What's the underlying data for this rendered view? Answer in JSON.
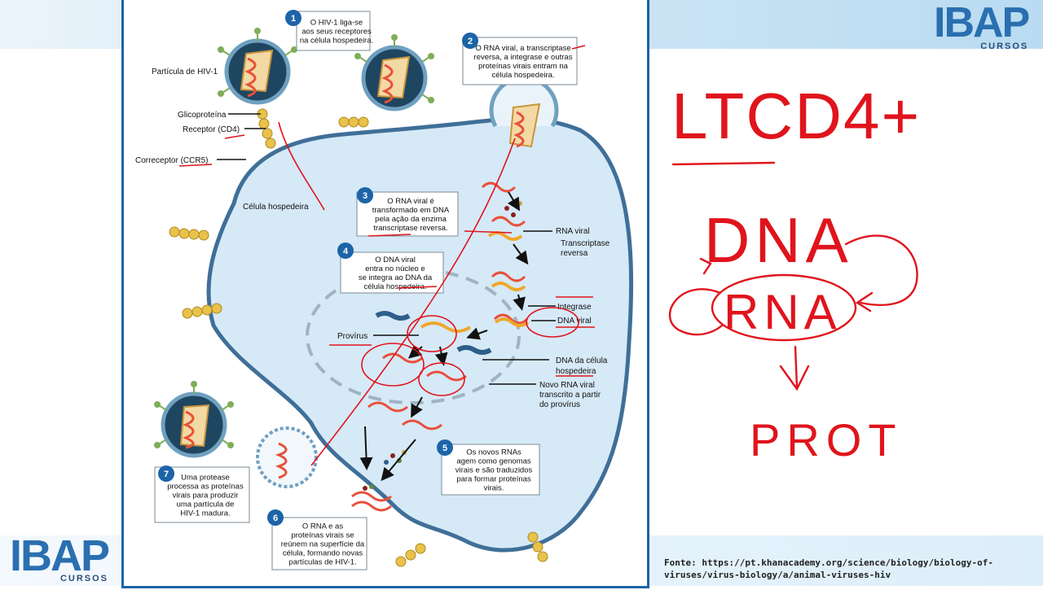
{
  "logos": {
    "mark": "IBAP",
    "sub": "CURSOS"
  },
  "source": {
    "line1": "Fonte: https://pt.khanacademy.org/science/biology/biology-of-",
    "line2": "viruses/virus-biology/a/animal-viruses-hiv"
  },
  "diagram": {
    "labels": {
      "particle": "Partícula de HIV-1",
      "glycoprotein": "Glicoproteína",
      "receptor": "Receptor (CD4)",
      "coreceptor": "Correceptor (CCR5)",
      "host_cell": "Célula hospedeira",
      "rna_viral": "RNA viral",
      "rt_1": "Transcriptase",
      "rt_2": "reversa",
      "integrase": "Integrase",
      "dna_viral": "DNA viral",
      "provirus": "Provírus",
      "host_dna_1": "DNA da célula",
      "host_dna_2": "hospedeira",
      "new_rna_1": "Novo RNA viral",
      "new_rna_2": "transcrito a partir",
      "new_rna_3": "do provírus"
    },
    "steps": [
      {
        "num": "1",
        "lines": [
          "O HIV-1 liga-se",
          "aos seus receptores",
          "na célula hospedeira."
        ]
      },
      {
        "num": "2",
        "lines": [
          "O RNA viral, a transcriptase",
          "reversa, a integrase e outras",
          "proteínas virais entram na",
          "célula hospedeira."
        ]
      },
      {
        "num": "3",
        "lines": [
          "O RNA viral é",
          "transformado em DNA",
          "pela ação da enzima",
          "transcriptase reversa."
        ]
      },
      {
        "num": "4",
        "lines": [
          "O DNA viral",
          "entra no núcleo e",
          "se integra ao DNA da",
          "célula hospedeira."
        ]
      },
      {
        "num": "5",
        "lines": [
          "Os novos RNAs",
          "agem como genomas",
          "virais e são traduzidos",
          "para formar proteínas",
          "virais."
        ]
      },
      {
        "num": "6",
        "lines": [
          "O RNA e as",
          "proteínas virais se",
          "reúnem na superfície da",
          "célula, formando novas",
          "partículas de HIV-1."
        ]
      },
      {
        "num": "7",
        "lines": [
          "Uma protease",
          "processa as proteínas",
          "virais para produzir",
          "uma partícula de",
          "HIV-1 madura."
        ]
      }
    ]
  },
  "handwriting": {
    "line1": "LTCD4+",
    "dna": "DNA",
    "rna": "RNA",
    "prot": "PROT"
  },
  "colors": {
    "accent": "#1c64a8",
    "ink": "#e0141c",
    "cell": "#d6e9f7",
    "membrane": "#3f6f98",
    "virus": "#24485f",
    "spike": "#7fae58",
    "rna": "#e8503a"
  }
}
